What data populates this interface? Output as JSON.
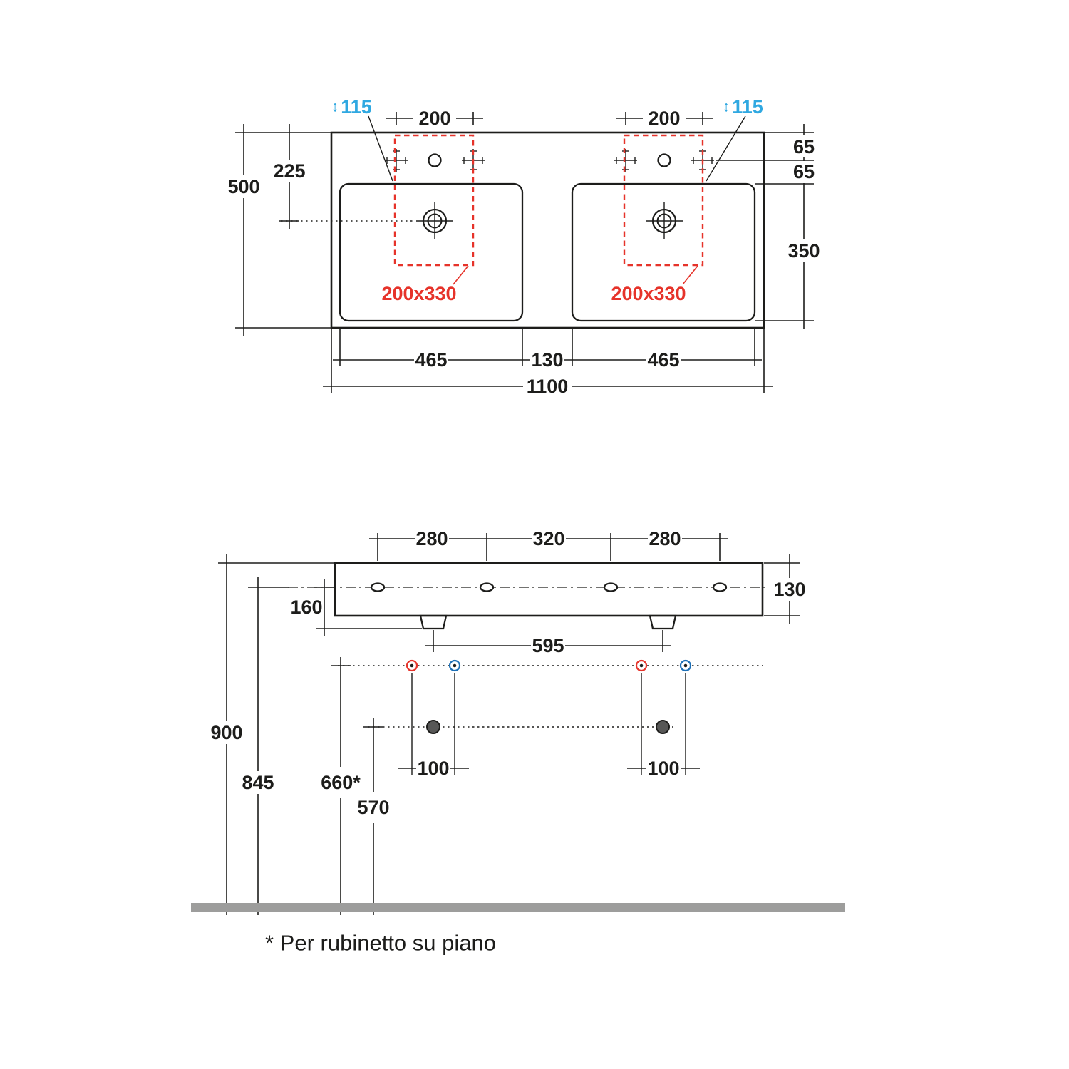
{
  "page": {
    "background": "#ffffff",
    "footnote": "* Per rubinetto su piano"
  },
  "glyphs": {
    "updown_arrow": "↕"
  },
  "colors": {
    "line": "#1d1d1b",
    "cyan": "#2fa8e1",
    "red": "#e6332a",
    "blue": "#1d70b7",
    "floor_gray": "#9d9d9c",
    "drain_fill": "#575756"
  },
  "plan_view": {
    "dims": {
      "tap_depth_left": "115",
      "tap_depth_right": "115",
      "tap_pitch_left": "200",
      "tap_pitch_right": "200",
      "overall_depth": "500",
      "front_to_drain": "225",
      "rim_to_tap": "65",
      "tap_to_basin": "65",
      "basin_front_depth": "350",
      "cutout_left": "200x330",
      "cutout_right": "200x330",
      "basin_width_left": "465",
      "basin_gap": "130",
      "basin_width_right": "465",
      "overall_width": "1100"
    }
  },
  "front_view": {
    "dims": {
      "hole_pitch_left": "280",
      "hole_pitch_center": "320",
      "hole_pitch_right": "280",
      "body_height": "130",
      "hole_to_bracket": "160",
      "drain_pitch": "595",
      "rim_height": "900",
      "fixing_height": "845",
      "supply_height": "660*",
      "waste_height": "570",
      "supply_pitch_left": "100",
      "supply_pitch_right": "100"
    }
  }
}
